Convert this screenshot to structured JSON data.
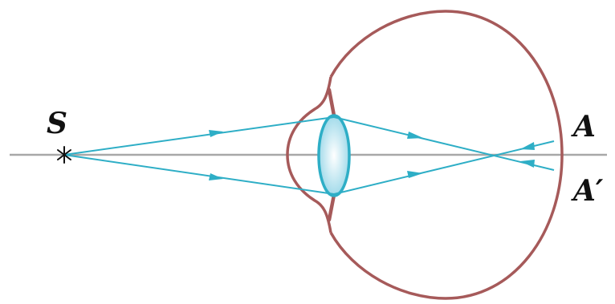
{
  "labels": {
    "source": "S",
    "image_a": "A",
    "image_a_prime": "A′"
  },
  "colors": {
    "optical_axis": "#a8a8a8",
    "eyeball": "#a65a5a",
    "rays": "#2eaec6",
    "lens_fill_center": "#ffffff",
    "lens_fill_edge": "#8fd3e6",
    "text": "#111111"
  }
}
